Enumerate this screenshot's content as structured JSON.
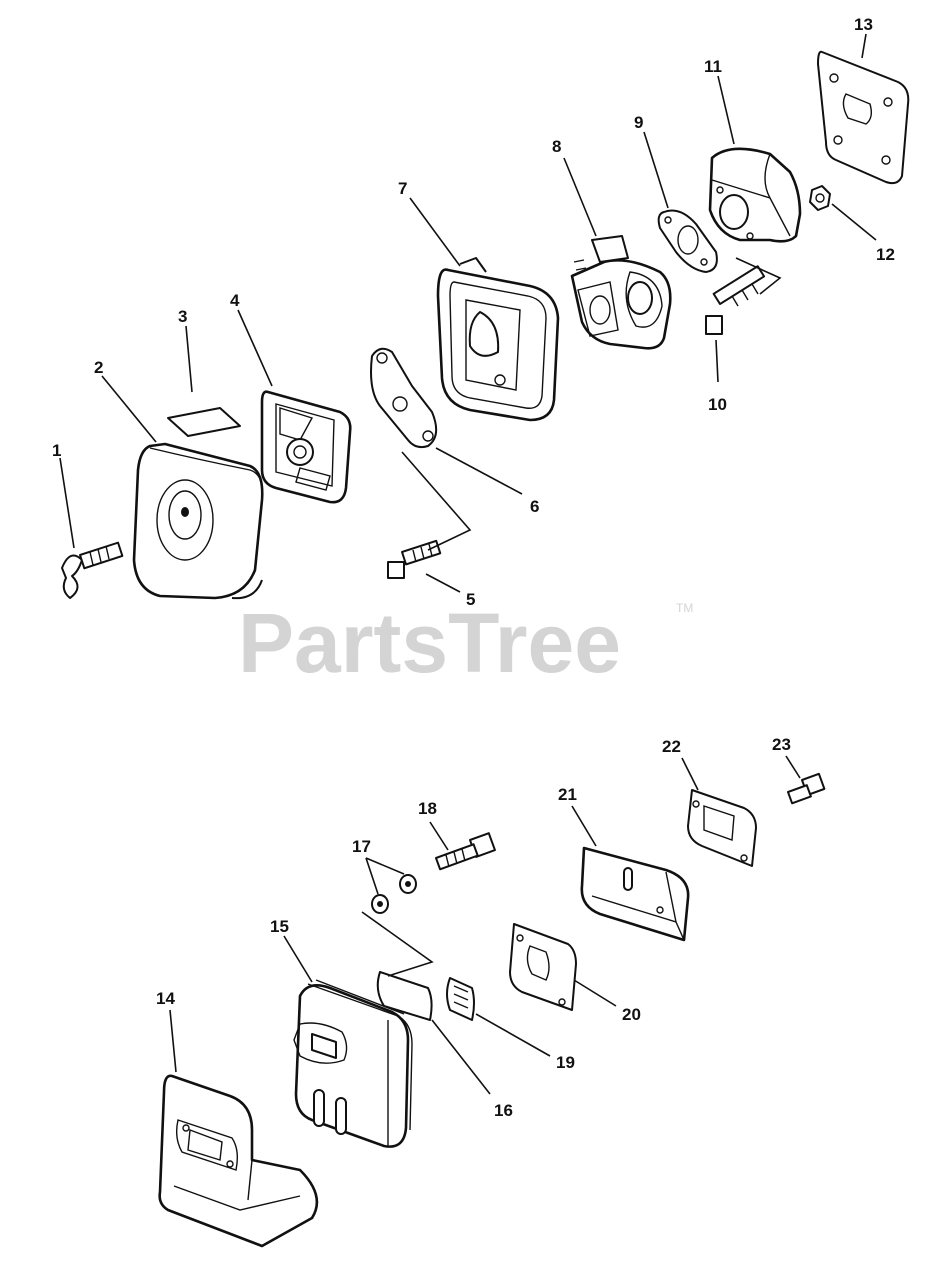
{
  "watermark": {
    "text": "PartsTree",
    "mark": "TM"
  },
  "callouts": [
    "1",
    "2",
    "3",
    "4",
    "5",
    "6",
    "7",
    "8",
    "9",
    "10",
    "11",
    "12",
    "13",
    "14",
    "15",
    "16",
    "17",
    "18",
    "19",
    "20",
    "21",
    "22",
    "23"
  ]
}
